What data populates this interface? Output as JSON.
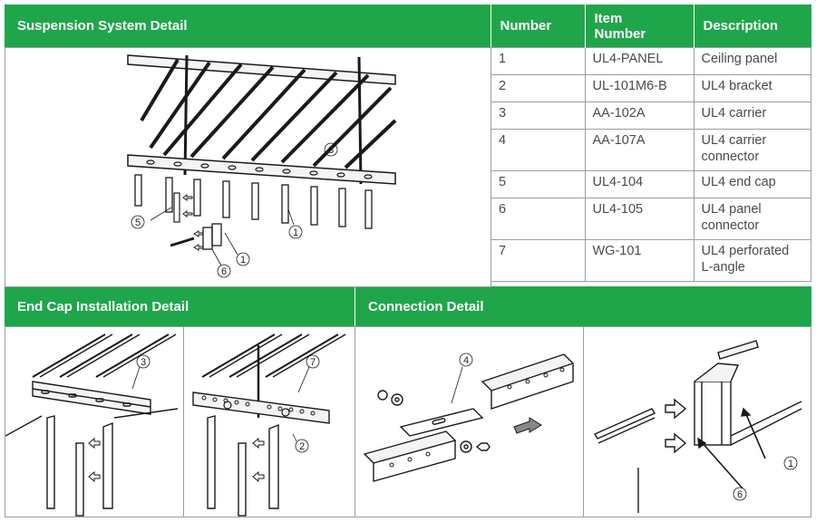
{
  "panels": {
    "suspension": {
      "title": "Suspension System Detail"
    },
    "endcap": {
      "title": "End Cap Installation Detail"
    },
    "connection": {
      "title": "Connection Detail"
    }
  },
  "table": {
    "headers": [
      "Number",
      "Item\nNumber",
      "Description"
    ],
    "rows": [
      {
        "number": "1",
        "item": "UL4-PANEL",
        "desc": "Ceiling panel"
      },
      {
        "number": "2",
        "item": "UL-101M6-B",
        "desc": "UL4 bracket"
      },
      {
        "number": "3",
        "item": "AA-102A",
        "desc": "UL4 carrier"
      },
      {
        "number": "4",
        "item": "AA-107A",
        "desc": "UL4 carrier connector"
      },
      {
        "number": "5",
        "item": "UL4-104",
        "desc": "UL4 end cap"
      },
      {
        "number": "6",
        "item": "UL4-105",
        "desc": "UL4 panel connector"
      },
      {
        "number": "7",
        "item": "WG-101",
        "desc": "UL4 perforated L-angle"
      }
    ]
  },
  "callouts": {
    "c1": "1",
    "c2": "2",
    "c3": "3",
    "c4": "4",
    "c5": "5",
    "c6": "6",
    "c7": "7"
  }
}
